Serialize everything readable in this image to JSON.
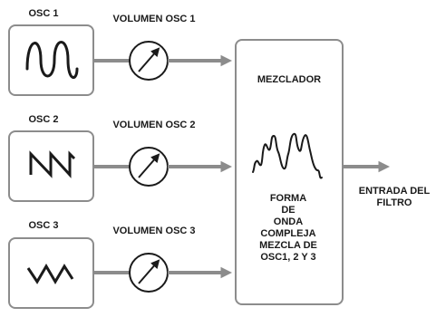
{
  "oscillators": [
    {
      "label": "OSC 1",
      "waveform": "sine-wave-icon"
    },
    {
      "label": "OSC 2",
      "waveform": "sawtooth-wave-icon"
    },
    {
      "label": "OSC 3",
      "waveform": "triangle-wave-icon"
    }
  ],
  "volumes": [
    {
      "label": "VOLUMEN OSC 1"
    },
    {
      "label": "VOLUMEN OSC 2"
    },
    {
      "label": "VOLUMEN OSC 3"
    }
  ],
  "mixer": {
    "title": "MEZCLADOR",
    "description_lines": [
      "FORMA",
      "DE",
      "ONDA",
      "COMPLEJA",
      "MEZCLA DE",
      "OSC1, 2 Y 3"
    ]
  },
  "output": {
    "label_lines": [
      "ENTRADA DEL",
      "FILTRO"
    ]
  },
  "colors": {
    "box_stroke": "#8c8c8c",
    "arrow": "#8c8c8c",
    "wave": "#1a1a1a",
    "text": "#1a1a1a"
  }
}
